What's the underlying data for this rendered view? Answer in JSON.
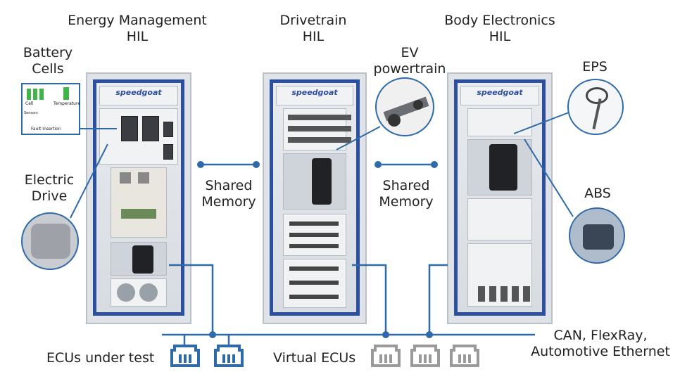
{
  "titles": {
    "energy_line1": "Energy Management",
    "energy_line2": "HIL",
    "drivetrain_line1": "Drivetrain",
    "drivetrain_line2": "HIL",
    "body_line1": "Body Electronics",
    "body_line2": "HIL"
  },
  "component_labels": {
    "battery_line1": "Battery",
    "battery_line2": "Cells",
    "electric_line1": "Electric",
    "electric_line2": "Drive",
    "ev_line1": "EV",
    "ev_line2": "powertrain",
    "eps": "EPS",
    "abs": "ABS"
  },
  "shared_memory": [
    {
      "line1": "Shared",
      "line2": "Memory"
    },
    {
      "line1": "Shared",
      "line2": "Memory"
    }
  ],
  "battery_inset": {
    "cell": "Cell",
    "temperature": "Temperature",
    "sensors": "Sensors",
    "fault_insertion": "Fault Insertion"
  },
  "rack_brand": "speedgoat",
  "bottom_labels": {
    "ecus_under_test": "ECUs under test",
    "virtual_ecus": "Virtual ECUs",
    "bus_line1": "CAN, FlexRay,",
    "bus_line2": "Automotive Ethernet"
  },
  "colors": {
    "accent_blue": "#2f6aa8",
    "rack_blue": "#2d4fa0",
    "ecu_gray": "#9a9a9a"
  }
}
